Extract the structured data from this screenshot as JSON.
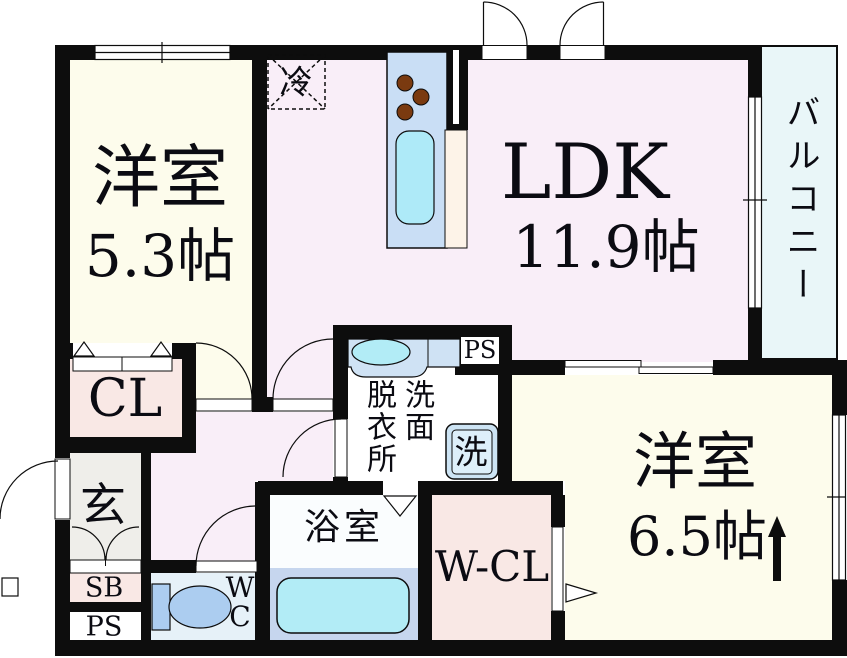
{
  "plan_title": "apartment-floor-plan",
  "rooms": {
    "bedroom_upper": {
      "name": "洋室",
      "size": "5.3帖"
    },
    "ldk": {
      "name": "LDK",
      "size": "11.9帖"
    },
    "bedroom_lower": {
      "name": "洋室",
      "size": "6.5帖"
    },
    "balcony": {
      "name": "バルコニー"
    },
    "closet": {
      "name": "CL"
    },
    "walk_in_closet": {
      "name": "W-CL"
    },
    "entrance": {
      "name": "玄"
    },
    "shoe_box": {
      "name": "SB"
    },
    "pipe_space_entrance": {
      "name": "PS"
    },
    "pipe_space_washroom": {
      "name": "PS"
    },
    "washroom": {
      "column_right": "洗面",
      "column_left": "脱衣所"
    },
    "washing_machine": {
      "name": "洗"
    },
    "bathroom": {
      "name": "浴室"
    },
    "toilet_room": {
      "line1": "W",
      "line2": "C"
    },
    "refrigerator": {
      "name": "冷"
    }
  },
  "colors": {
    "wall": "#0d0d0d",
    "bedroom_floor": "#fdfcec",
    "ldk_floor": "#f9eef8",
    "closet_floor": "#f9e8e5",
    "balcony_floor": "#e9f6f8",
    "bath_lower_floor": "#c6d6ee",
    "fixture_blue": "#b2ecf6",
    "counter_blue": "#c9def5",
    "burner_brown": "#7a3a10"
  }
}
